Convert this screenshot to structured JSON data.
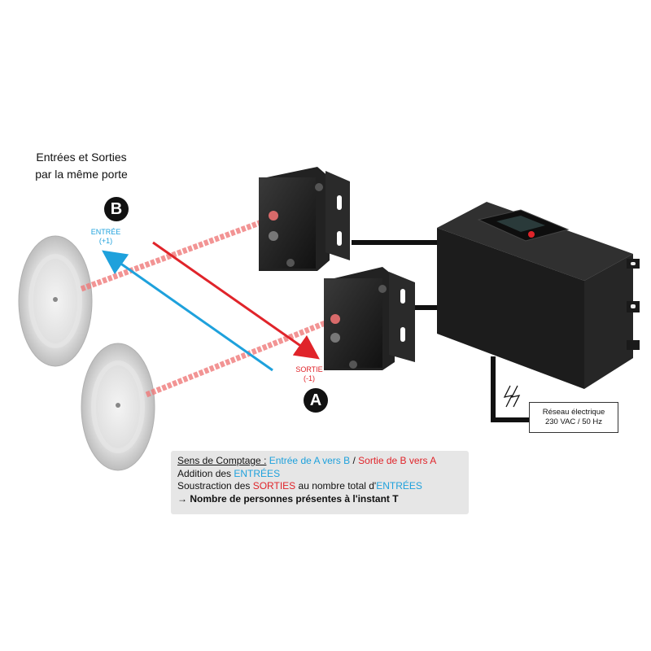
{
  "title": {
    "line1": "Entrées et Sorties",
    "line2": "par la même porte"
  },
  "badges": {
    "b": "B",
    "a": "A"
  },
  "entree": {
    "label": "ENTRÉE",
    "value": "(+1)"
  },
  "sortie": {
    "label": "SORTIE",
    "value": "(-1)"
  },
  "mains": {
    "line1": "Réseau électrique",
    "line2": "230 VAC / 50 Hz"
  },
  "info": {
    "line1_prefix": "Sens de Comptage :",
    "line1_entry": "Entrée de A vers B",
    "line1_sep": " / ",
    "line1_exit": "Sortie de B vers A",
    "line2_prefix": "Addition des ",
    "line2_entries": "ENTRÉES",
    "line3_prefix": "Soustraction des ",
    "line3_exits": "SORTIES",
    "line3_mid": " au nombre total d'",
    "line3_entries": "ENTRÉES",
    "line4": "→ Nombre de personnes présentes à l'instant T"
  },
  "colors": {
    "entry": "#1ea1dc",
    "exit": "#e0242a",
    "beam": "#f07a7a",
    "device": "#1e1e1e"
  }
}
